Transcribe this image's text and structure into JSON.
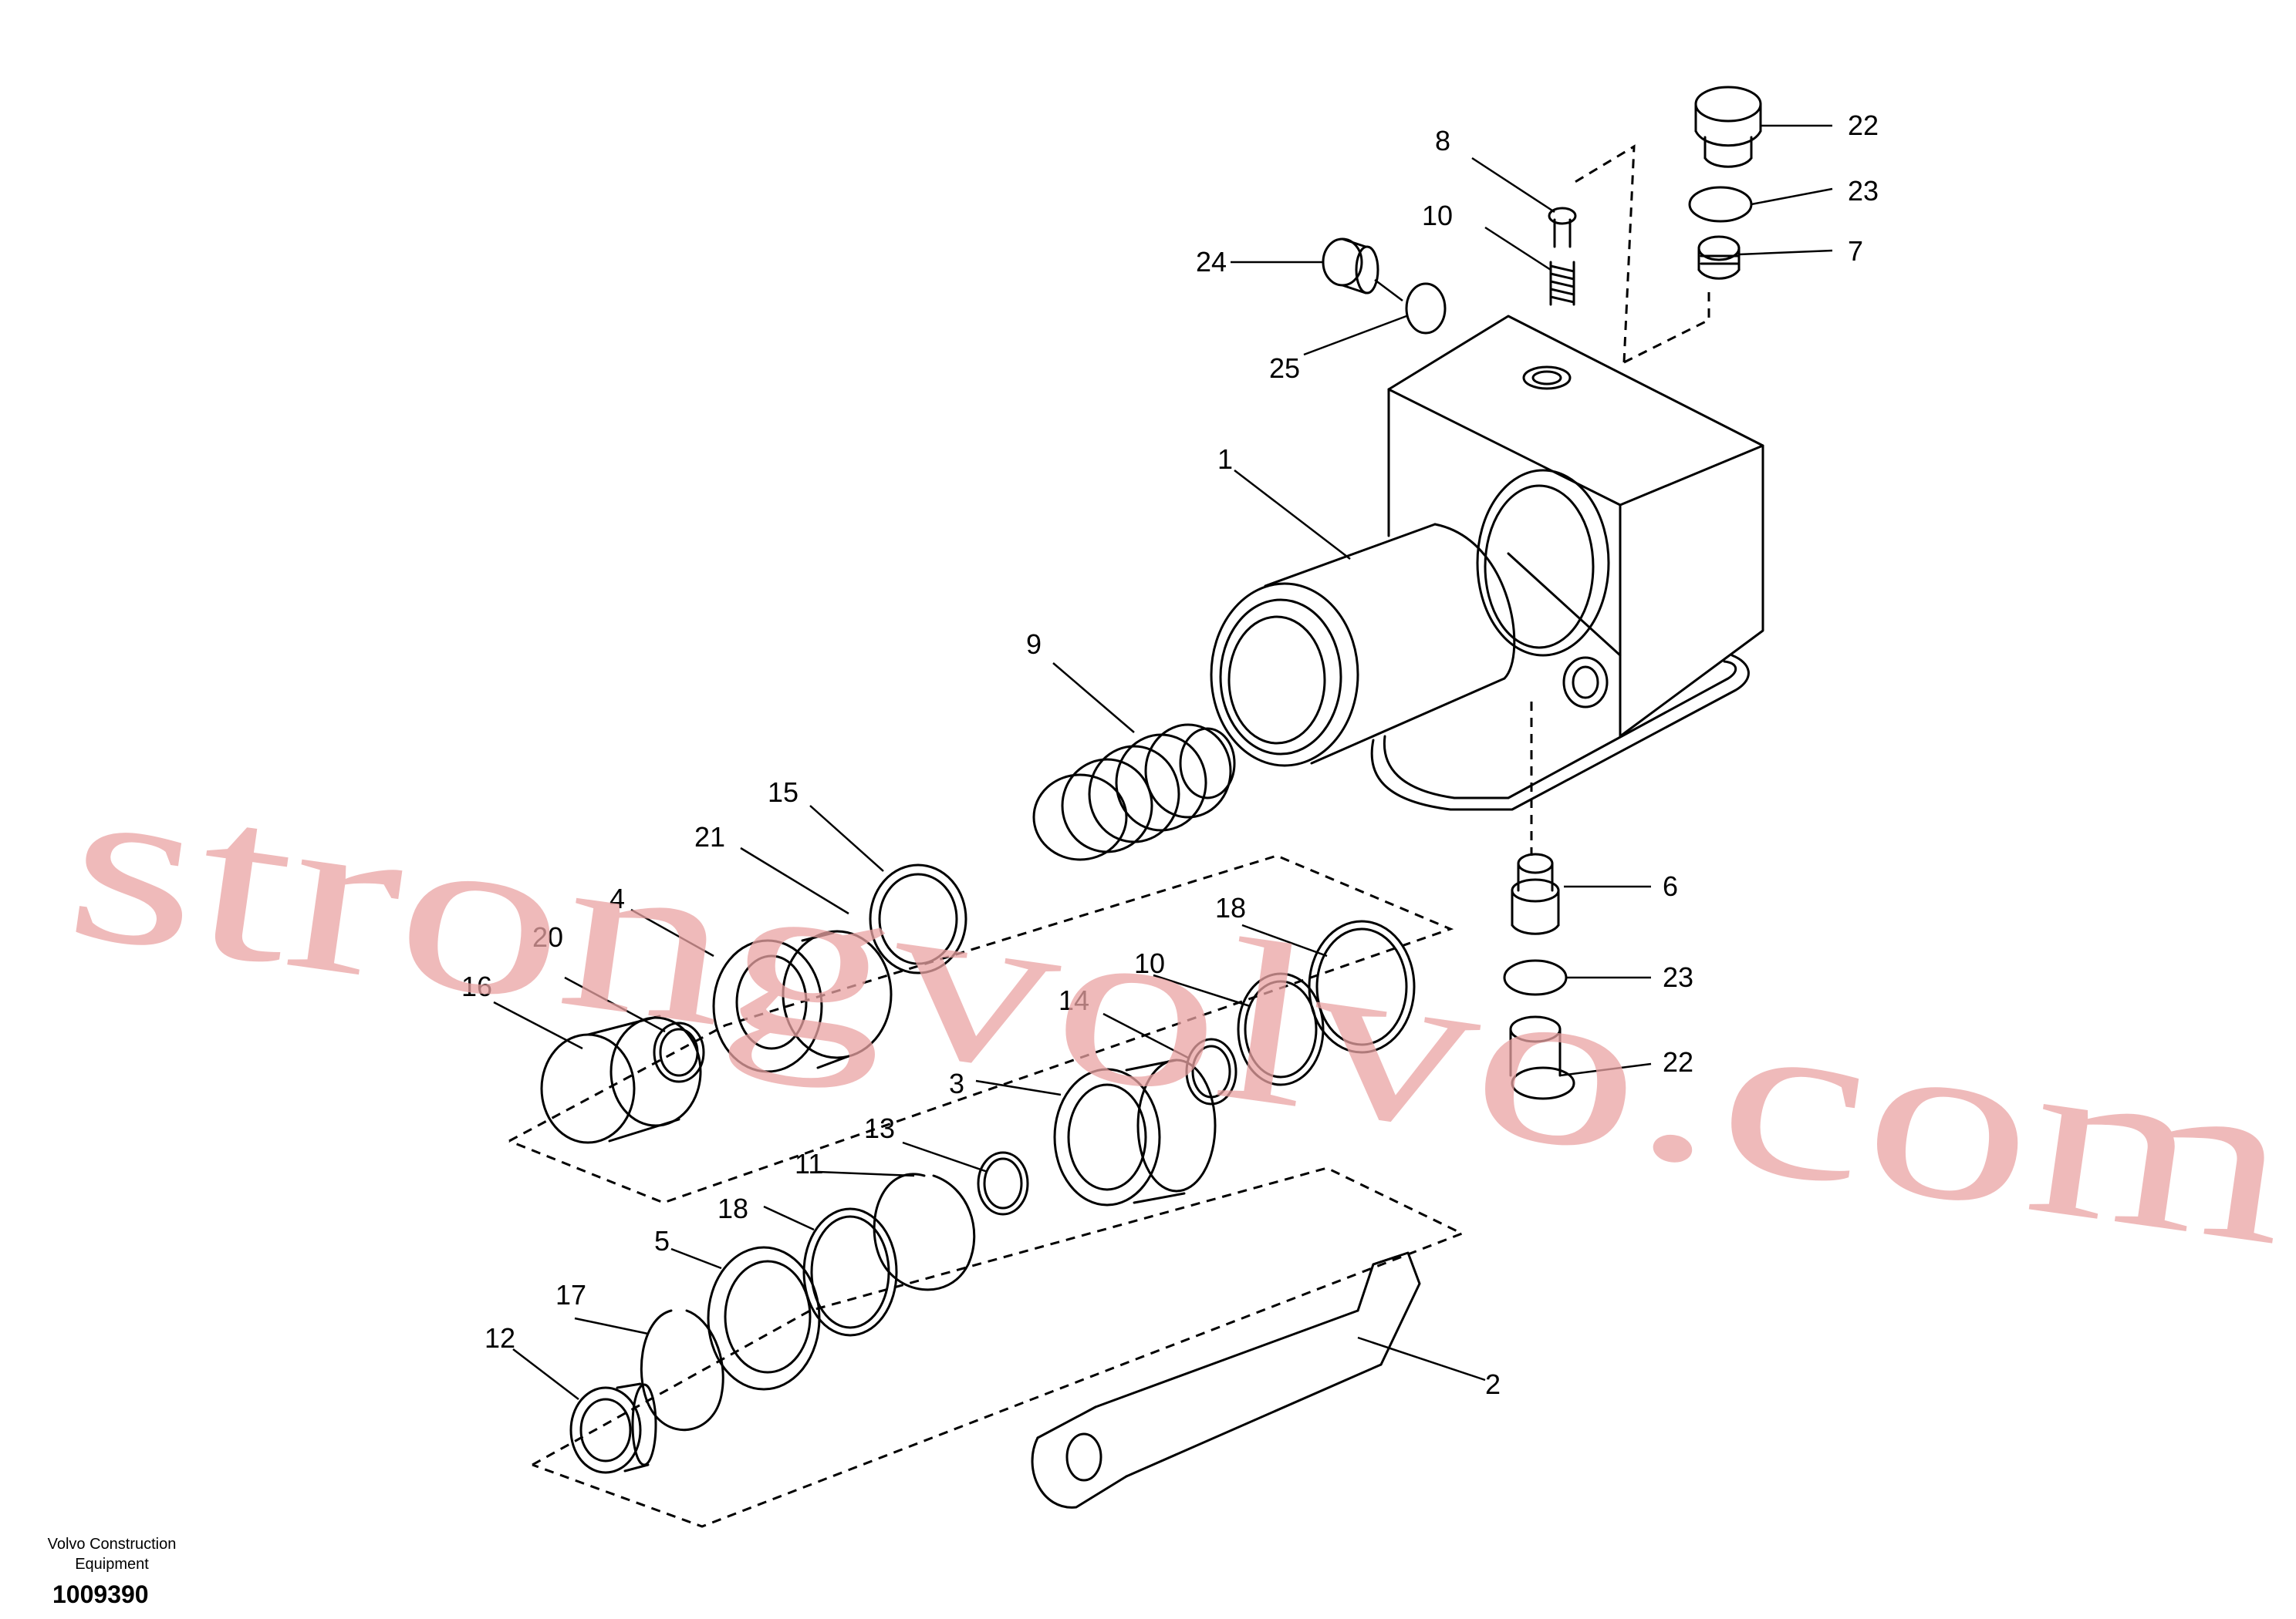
{
  "diagram": {
    "callouts": [
      {
        "id": "c22a",
        "text": "22"
      },
      {
        "id": "c23a",
        "text": "23"
      },
      {
        "id": "c7",
        "text": "7"
      },
      {
        "id": "c8",
        "text": "8"
      },
      {
        "id": "c10a",
        "text": "10"
      },
      {
        "id": "c24",
        "text": "24"
      },
      {
        "id": "c25",
        "text": "25"
      },
      {
        "id": "c1",
        "text": "1"
      },
      {
        "id": "c9",
        "text": "9"
      },
      {
        "id": "c15",
        "text": "15"
      },
      {
        "id": "c21",
        "text": "21"
      },
      {
        "id": "c4",
        "text": "4"
      },
      {
        "id": "c20",
        "text": "20"
      },
      {
        "id": "c16",
        "text": "16"
      },
      {
        "id": "c18a",
        "text": "18"
      },
      {
        "id": "c10b",
        "text": "10"
      },
      {
        "id": "c14",
        "text": "14"
      },
      {
        "id": "c3",
        "text": "3"
      },
      {
        "id": "c13",
        "text": "13"
      },
      {
        "id": "c11",
        "text": "11"
      },
      {
        "id": "c18b",
        "text": "18"
      },
      {
        "id": "c5",
        "text": "5"
      },
      {
        "id": "c17",
        "text": "17"
      },
      {
        "id": "c12",
        "text": "12"
      },
      {
        "id": "c6",
        "text": "6"
      },
      {
        "id": "c23b",
        "text": "23"
      },
      {
        "id": "c22b",
        "text": "22"
      },
      {
        "id": "c2",
        "text": "2"
      }
    ]
  },
  "watermark": {
    "text": "strongvolvo.com"
  },
  "footer": {
    "company": "Volvo Construction Equipment",
    "drawing_number": "1009390"
  }
}
